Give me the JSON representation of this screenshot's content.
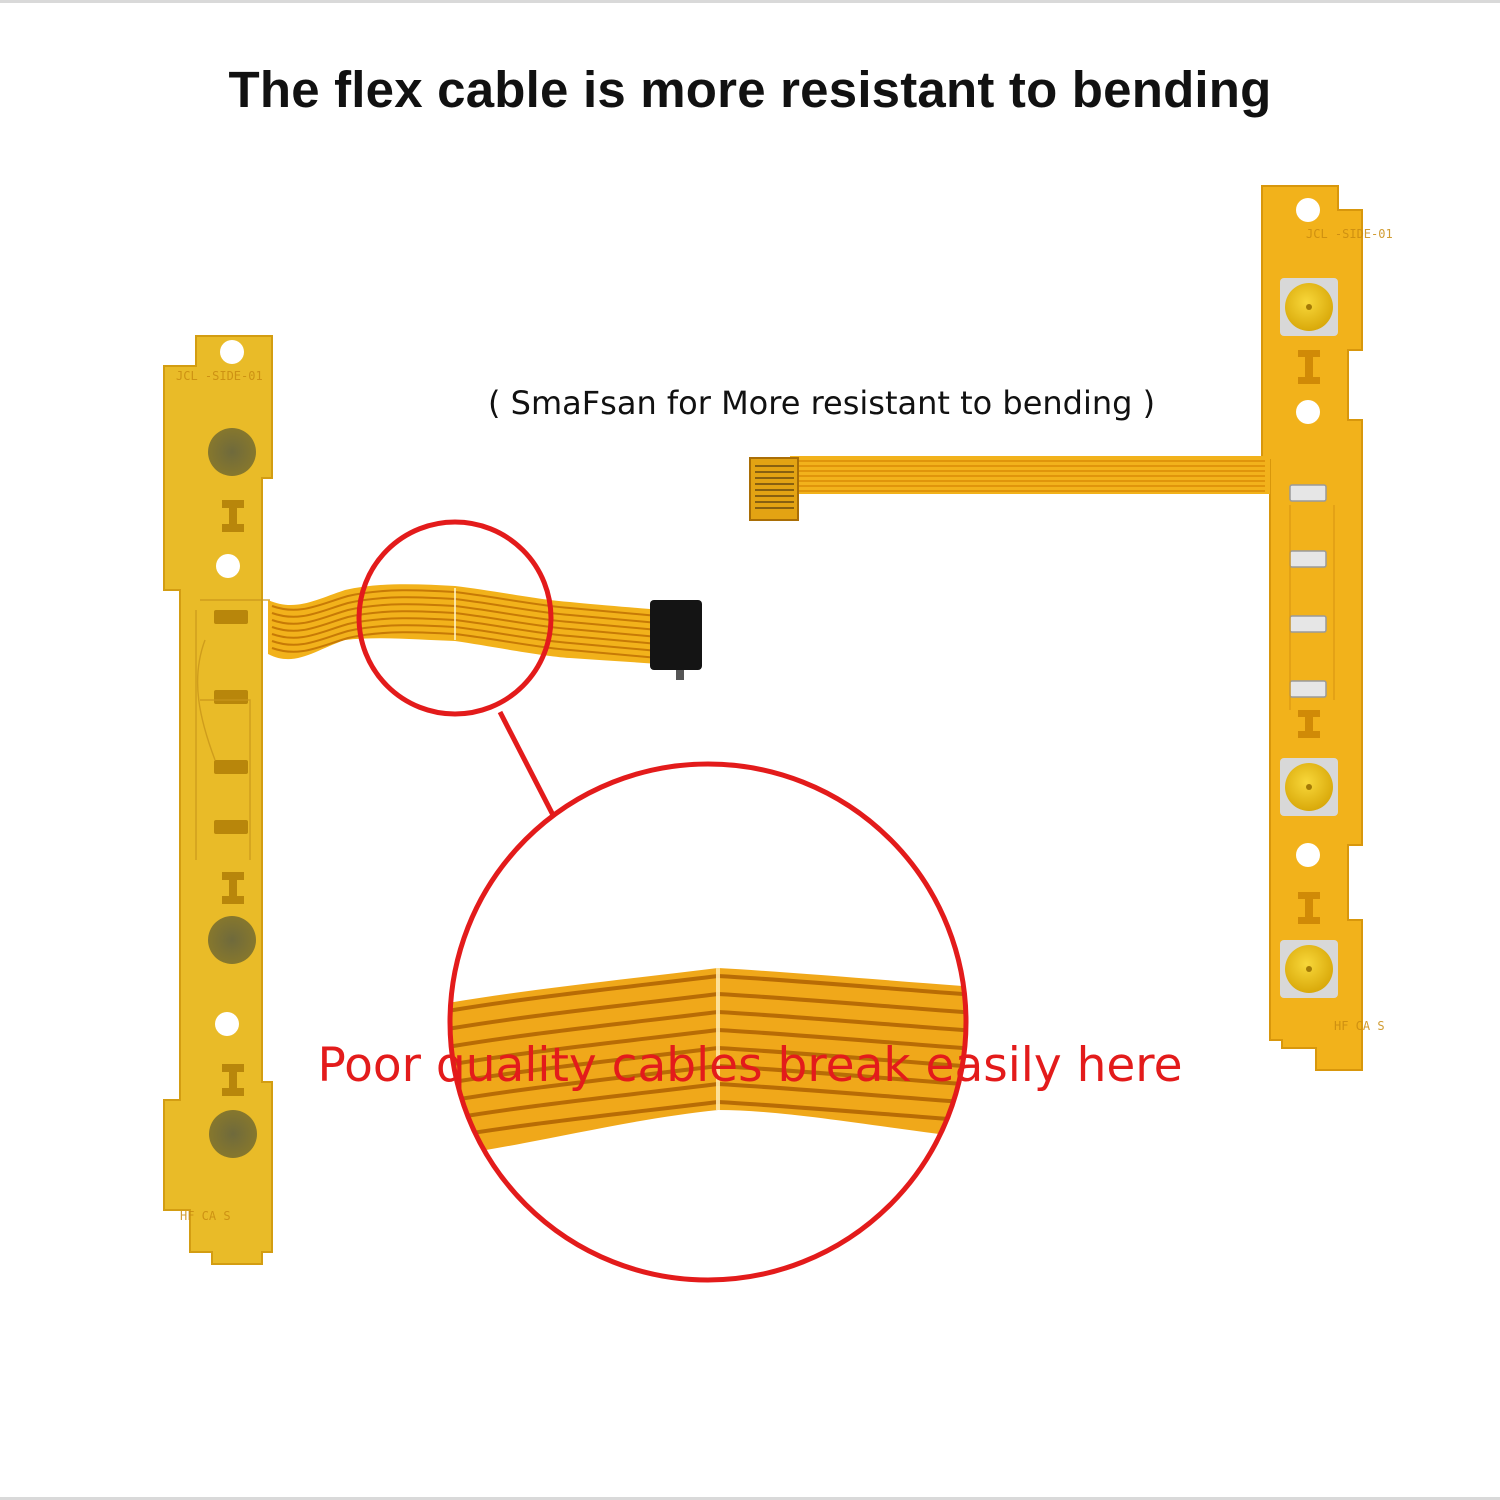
{
  "headline": "The flex cable is more resistant to bending",
  "caption": "( SmaFsan for More resistant to bending )",
  "warning": "Poor quality cables break easily here",
  "left_board": {
    "silkscreen_top": "JCL -SIDE-01",
    "silkscreen_bottom": "HF CA S"
  },
  "right_board": {
    "silkscreen_top": "JCL -SIDE-01",
    "silkscreen_bottom": "HF CA S"
  },
  "colors": {
    "flex_yellow": "#f2b21b",
    "flex_trace": "#c77a06",
    "left_board_yellow": "#e9bb28",
    "button_yellow": "#f0c514",
    "connector_black": "#141414",
    "highlight_red": "#e31b1b",
    "headline_text": "#111111",
    "warning_text": "#e31b1b"
  }
}
